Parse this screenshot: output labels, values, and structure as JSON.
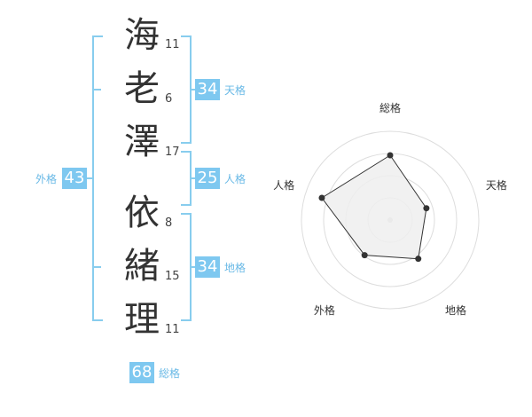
{
  "colors": {
    "badge": "#7ec8f0",
    "line": "#88cdee",
    "label": "#69b9e6",
    "text": "#333333",
    "radar_fill": "#eeeeee",
    "radar_stroke": "#333333",
    "ring": "#dddddd"
  },
  "name": {
    "characters": [
      {
        "char": "海",
        "strokes": "11"
      },
      {
        "char": "老",
        "strokes": "6"
      },
      {
        "char": "澤",
        "strokes": "17"
      },
      {
        "char": "依",
        "strokes": "8"
      },
      {
        "char": "緒",
        "strokes": "15"
      },
      {
        "char": "理",
        "strokes": "11"
      }
    ]
  },
  "fortune": {
    "tenkaku": {
      "label": "天格",
      "value": "34"
    },
    "jinkaku": {
      "label": "人格",
      "value": "25"
    },
    "chikaku": {
      "label": "地格",
      "value": "34"
    },
    "gaikaku": {
      "label": "外格",
      "value": "43"
    },
    "soukaku": {
      "label": "総格",
      "value": "68"
    }
  },
  "chart_data": {
    "type": "radar",
    "axes": [
      "総格",
      "天格",
      "地格",
      "外格",
      "人格"
    ],
    "values": [
      0.73,
      0.43,
      0.54,
      0.49,
      0.81
    ],
    "rings": 4
  }
}
